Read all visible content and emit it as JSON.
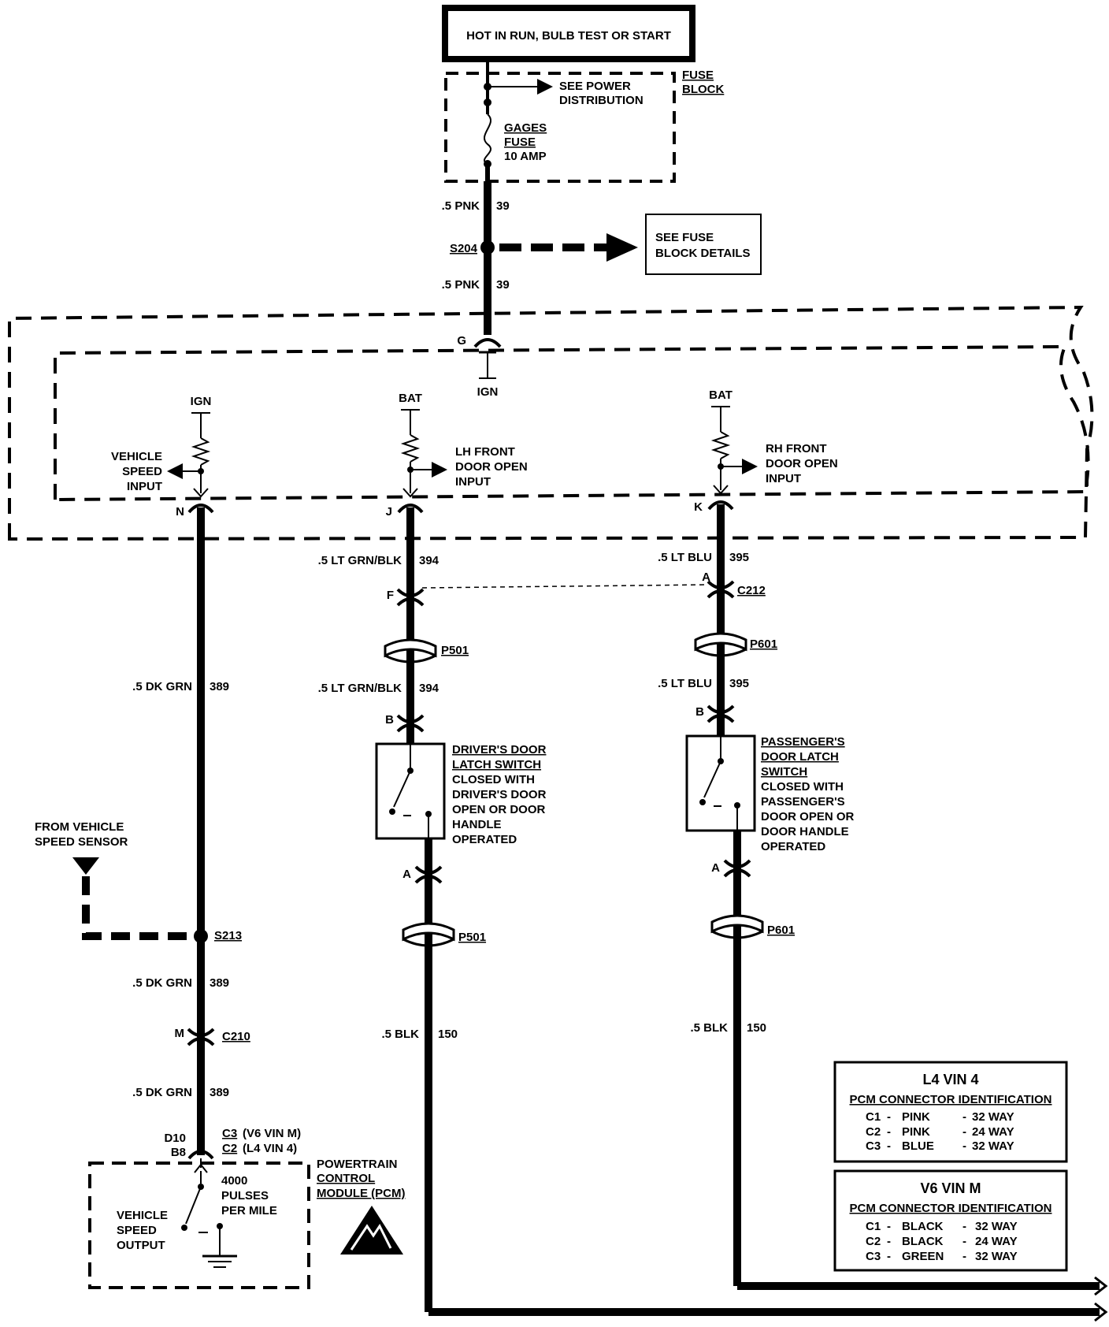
{
  "power_header": "HOT IN RUN, BULB TEST OR START",
  "fuse_block": {
    "title_line1": "FUSE",
    "title_line2": "BLOCK",
    "see_power_line1": "SEE POWER",
    "see_power_line2": "DISTRIBUTION",
    "fuse_line1": "GAGES",
    "fuse_line2": "FUSE",
    "fuse_line3": "10 AMP"
  },
  "feed": {
    "wire_top_label": ".5 PNK",
    "wire_top_circuit": "39",
    "splice": "S204",
    "fuse_details_line1": "SEE FUSE",
    "fuse_details_line2": "BLOCK DETAILS",
    "wire_bottom_label": ".5 PNK",
    "wire_bottom_circuit": "39",
    "pin": "G",
    "ign": "IGN"
  },
  "columns": {
    "vss": {
      "supply": "IGN",
      "input_line1": "VEHICLE",
      "input_line2": "SPEED",
      "input_line3": "INPUT",
      "pin": "N",
      "wire1_label": ".5 DK GRN",
      "wire1_circuit": "389",
      "splice": "S213",
      "from_line1": "FROM VEHICLE",
      "from_line2": "SPEED SENSOR",
      "wire2_label": ".5 DK GRN",
      "wire2_circuit": "389",
      "conn_pin": "M",
      "conn": "C210",
      "wire3_label": ".5 DK GRN",
      "wire3_circuit": "389",
      "pcm_pin1": "D10",
      "pcm_pin2": "B8",
      "pcm_conn1": "C3",
      "pcm_conn1_note": "(V6  VIN M)",
      "pcm_conn2": "C2",
      "pcm_conn2_note": "(L4  VIN 4)",
      "pulses_line1": "4000",
      "pulses_line2": "PULSES",
      "pulses_line3": "PER MILE",
      "output_line1": "VEHICLE",
      "output_line2": "SPEED",
      "output_line3": "OUTPUT",
      "pcm_line1": "POWERTRAIN",
      "pcm_line2": "CONTROL",
      "pcm_line3": "MODULE (PCM)"
    },
    "lh": {
      "supply": "BAT",
      "input_line1": "LH  FRONT",
      "input_line2": "DOOR OPEN",
      "input_line3": "INPUT",
      "pin": "J",
      "wire1_label": ".5 LT GRN/BLK",
      "wire1_circuit": "394",
      "conn_pin": "F",
      "grommet1": "P501",
      "wire2_label": ".5 LT GRN/BLK",
      "wire2_circuit": "394",
      "switch_pin_top": "B",
      "switch_line1": "DRIVER'S DOOR",
      "switch_line2": "LATCH SWITCH",
      "switch_line3": "CLOSED WITH",
      "switch_line4": "DRIVER'S DOOR",
      "switch_line5": "OPEN OR DOOR",
      "switch_line6": "HANDLE",
      "switch_line7": "OPERATED",
      "switch_pin_bottom": "A",
      "grommet2": "P501",
      "wire3_label": ".5 BLK",
      "wire3_circuit": "150"
    },
    "rh": {
      "supply": "BAT",
      "input_line1": "RH  FRONT",
      "input_line2": "DOOR OPEN",
      "input_line3": "INPUT",
      "pin": "K",
      "wire1_label": ".5 LT BLU",
      "wire1_circuit": "395",
      "conn_pin": "A",
      "conn": "C212",
      "grommet1": "P601",
      "wire2_label": ".5 LT BLU",
      "wire2_circuit": "395",
      "switch_pin_top": "B",
      "switch_line1": "PASSENGER'S",
      "switch_line2": "DOOR LATCH",
      "switch_line3": "SWITCH",
      "switch_line4": "CLOSED WITH",
      "switch_line5": "PASSENGER'S",
      "switch_line6": "DOOR OPEN OR",
      "switch_line7": "DOOR HANDLE",
      "switch_line8": "OPERATED",
      "switch_pin_bottom": "A",
      "grommet2": "P601",
      "wire3_label": ".5 BLK",
      "wire3_circuit": "150"
    }
  },
  "connector_tables": [
    {
      "title": "L4  VIN 4",
      "subtitle": "PCM CONNECTOR IDENTIFICATION",
      "rows": [
        {
          "conn": "C1",
          "color": "PINK",
          "ways": "32 WAY"
        },
        {
          "conn": "C2",
          "color": "PINK",
          "ways": "24 WAY"
        },
        {
          "conn": "C3",
          "color": "BLUE",
          "ways": "32 WAY"
        }
      ]
    },
    {
      "title": "V6  VIN M",
      "subtitle": "PCM CONNECTOR IDENTIFICATION",
      "rows": [
        {
          "conn": "C1",
          "color": "BLACK",
          "ways": "32 WAY"
        },
        {
          "conn": "C2",
          "color": "BLACK",
          "ways": "24 WAY"
        },
        {
          "conn": "C3",
          "color": "GREEN",
          "ways": "32 WAY"
        }
      ]
    }
  ],
  "colors": {
    "ink": "#000000",
    "paper": "#ffffff"
  }
}
